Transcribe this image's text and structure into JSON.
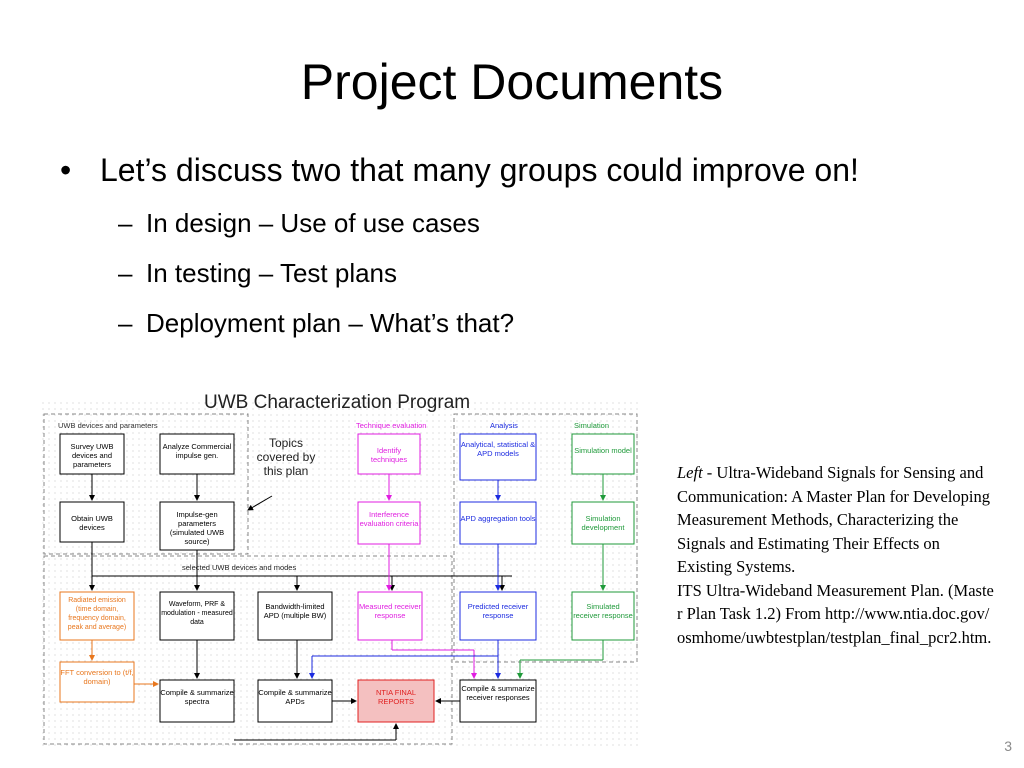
{
  "slide": {
    "title": "Project Documents",
    "bullet": "Let’s discuss two that many groups could improve on!",
    "sub_bullets": [
      "In design – Use of use cases",
      "In testing – Test plans",
      "Deployment plan – What’s that?"
    ],
    "page_number": "3"
  },
  "caption": {
    "lead": "Left",
    "text": " - Ultra-Wideband Signals for Sensing and Communication:  A Master Plan for Developing Measurement Methods, Characterizing the Signals and Estimating Their Effects on Existing Systems.",
    "text2": "ITS Ultra-Wideband Measurement Plan. (Master Plan Task 1.2)  From http://www.ntia.doc.gov/osmhome/uwbtestplan/testplan_final_pcr2.htm."
  },
  "diagram": {
    "title": "UWB Characterization Program",
    "topics_note": "Topics covered by this plan",
    "section_devices": "UWB devices and parameters",
    "section_techniques": "Technique evaluation",
    "section_analysis": "Analysis",
    "section_simulation": "Simulation",
    "bus_label": "selected UWB devices and modes",
    "boxes": {
      "survey": "Survey UWB devices and parameters",
      "analyze": "Analyze Commercial impulse gen.",
      "obtain": "Obtain UWB devices",
      "impulse": "Impulse-gen parameters (simulated UWB source)",
      "identify": "Identify techniques",
      "interference": "Interference evaluation criteria",
      "analytical": "Analytical, statistical & APD models",
      "apd_agg": "APD aggregation tools",
      "sim_model": "Simulation model",
      "sim_devel": "Simulation development",
      "radiated": "Radiated emission (time domain, frequency domain, peak and average)",
      "waveform": "Waveform, PRF & modulation - measured data",
      "bandwidth": "Bandwidth-limited APD (multiple BW)",
      "measured": "Measured receiver response",
      "predicted": "Predicted receiver response",
      "simulated": "Simulated receiver response",
      "fft": "FFT conversion to (t/f, domain)",
      "compile_spec": "Compile & summarize spectra",
      "compile_apd": "Compile & summarize APDs",
      "final": "NTIA FINAL REPORTS",
      "compile_rx": "Compile & summarize receiver responses"
    },
    "colors": {
      "orange": "#e8771e",
      "magenta": "#e01ee0",
      "blue": "#1c2be0",
      "green": "#1f9a3a",
      "red": "#e02020"
    }
  }
}
